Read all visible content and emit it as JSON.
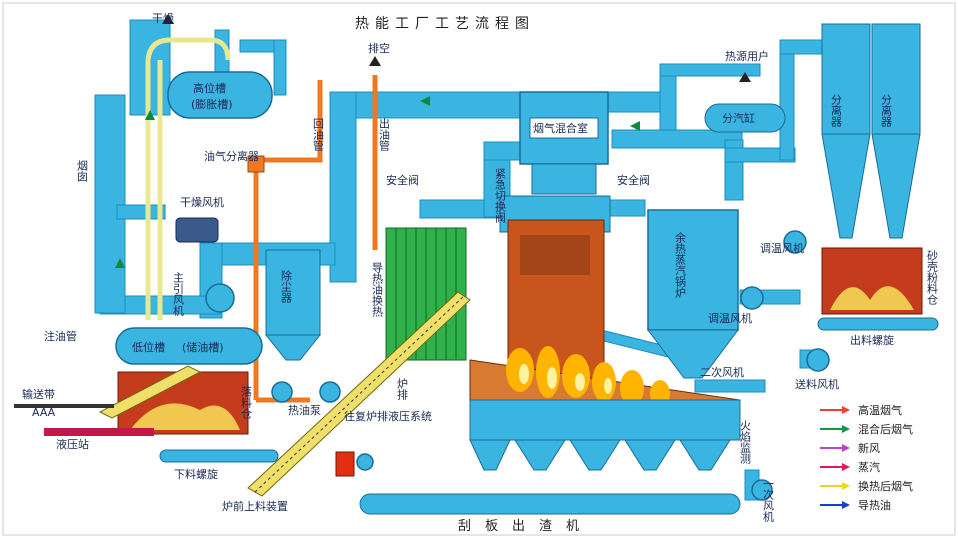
{
  "title": "热能工厂工艺流程图",
  "colors": {
    "pipe": "#3ab4e0",
    "pipe_dark": "#1a8ec0",
    "oil_pipe": "#f07820",
    "tank": "#3ab4e0",
    "brick": "#c43c1c",
    "fuel": "#f0c850",
    "coil": "#2fb04a",
    "furnace": "#c8561c",
    "flame": "#ffb400",
    "yellow_pipe": "#f0f09a",
    "green_arrow": "#0f8a3a"
  },
  "labels": {
    "dry_exhaust": "干燥",
    "smoke_exhaust": "排空",
    "heat_users": "热源用户",
    "high_tank": "高位槽",
    "high_tank_sub": "(膨胀槽)",
    "oil_gas_separator": "油气分离器",
    "return_oil_pipe": "回油管",
    "outlet_oil_pipe": "出油管",
    "safety_valve_1": "安全阀",
    "safety_valve_2": "安全阀",
    "chimney": "烟囱",
    "dry_fan": "干燥风机",
    "main_fan": "主引风机",
    "dust_collector": "除尘器",
    "heat_exchanger": "导热油换热",
    "mixing_box": "烟气混合室",
    "emergency_valve": "紧急切换阀",
    "steam_distributor": "分汽缸",
    "waste_heat_boiler": "余热蒸汽锅炉",
    "temp_fan": "调温风机",
    "separator_1": "分离器",
    "separator_2": "分离器",
    "sawdust_bin": "砂壳粉料仓",
    "air_fan": "调温风机",
    "outlet_screw": "出料螺旋",
    "feed_fan": "送料风机",
    "secondary_fan": "二次风机",
    "flame_monitor": "火焰监测",
    "fill_oil_pipe": "注油管",
    "low_tank": "低位槽",
    "low_tank_sub": "(储油槽)",
    "conveyor_belt": "输送带",
    "hydraulic_station": "液压站",
    "discharge_bin": "落料仓",
    "hot_oil_pump": "热油泵",
    "feed_screw": "下料螺旋",
    "furnace_feeder": "炉前上料装置",
    "grate": "炉排",
    "hydraulic_system": "往复炉排液压系统",
    "primary_fan": "一次风机",
    "slag_machine": "刮板出渣机",
    "aaa": "AAA"
  },
  "legend": [
    {
      "label": "高温烟气",
      "color": "#e8442a"
    },
    {
      "label": "混合后烟气",
      "color": "#10984a"
    },
    {
      "label": "新风",
      "color": "#c040d0"
    },
    {
      "label": "蒸汽",
      "color": "#e01860"
    },
    {
      "label": "换热后烟气",
      "color": "#e8d820"
    },
    {
      "label": "导热油",
      "color": "#1a3cc8"
    }
  ]
}
